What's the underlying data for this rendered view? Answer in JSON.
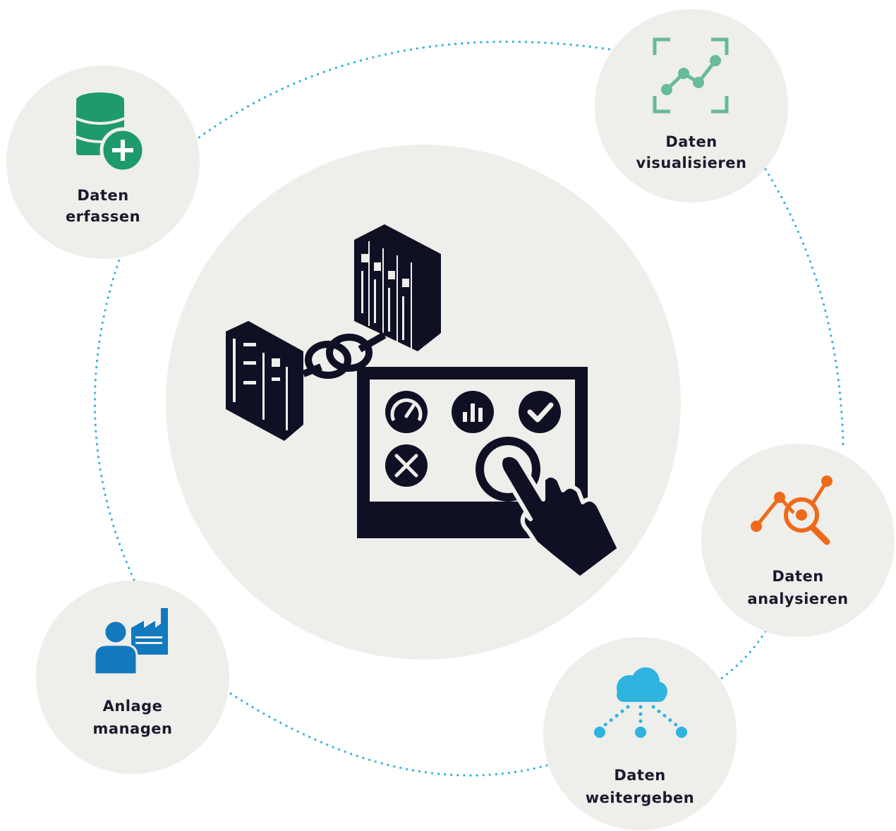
{
  "colors": {
    "node_bg": "#eeeeea",
    "center_bg": "#eeeeea",
    "dots": "#31b4d9",
    "navy": "#0f1024",
    "green_db": "#1f9a6b",
    "green_chart": "#66bb99",
    "orange": "#ee6a1a",
    "blue_user": "#1279bf",
    "cyan_cloud": "#2fb3df"
  },
  "nodes": {
    "collect": {
      "line1": "Daten",
      "line2": "erfassen",
      "icon": "database-plus-icon"
    },
    "visualize": {
      "line1": "Daten",
      "line2": "visualisieren",
      "icon": "line-chart-icon"
    },
    "analyze": {
      "line1": "Daten",
      "line2": "analysieren",
      "icon": "magnifier-chart-icon"
    },
    "share": {
      "line1": "Daten",
      "line2": "weitergeben",
      "icon": "cloud-share-icon"
    },
    "manage": {
      "line1": "Anlage",
      "line2": "managen",
      "icon": "user-factory-icon"
    }
  },
  "center": {
    "icons": [
      "server-rack-icon",
      "controller-cabinet-icon",
      "link-rings-icon",
      "touch-panel-icon",
      "gauge-icon",
      "bar-chart-icon",
      "check-icon",
      "tools-icon",
      "hand-touch-icon"
    ]
  }
}
